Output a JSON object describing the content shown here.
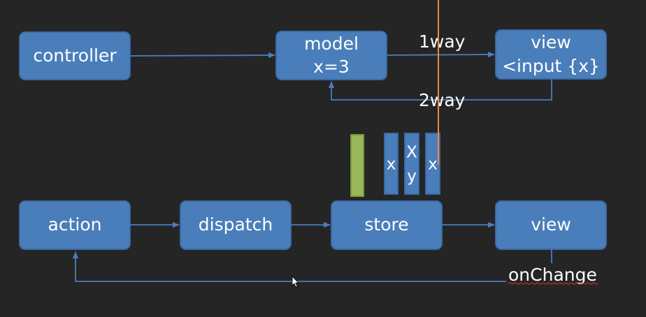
{
  "top_row": {
    "controller": "controller",
    "model_line1": "model",
    "model_line2": "x=3",
    "view_line1": "view",
    "view_line2": "<input {x}",
    "edge_1way": "1way",
    "edge_2way": "2way"
  },
  "bottom_row": {
    "action": "action",
    "dispatch": "dispatch",
    "store": "store",
    "view": "view",
    "edge_onchange": "onChange"
  },
  "stack": {
    "col1": "x",
    "col2_top": "X",
    "col2_bottom": "y",
    "col3": "x"
  },
  "colors": {
    "box_fill": "#4a7ebb",
    "green_bar": "#96b85a",
    "cursor_line": "#f08a3c",
    "background": "#252526"
  }
}
